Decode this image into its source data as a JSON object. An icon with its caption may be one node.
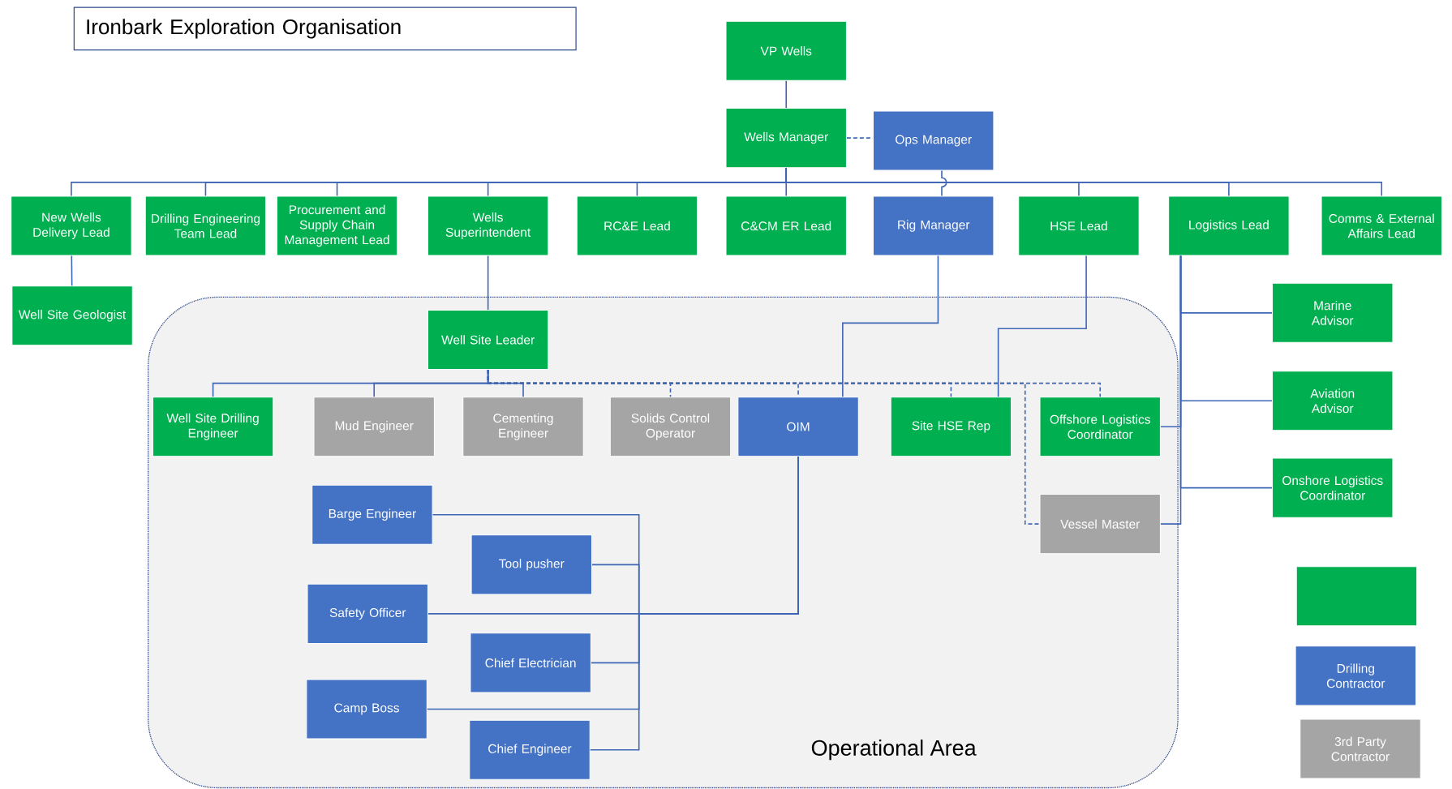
{
  "diagram": {
    "title": "Ironbark Exploration Organisation",
    "nodes": [
      {
        "text": [
          "VP Wells"
        ]
      },
      {
        "text": [
          "Wells Manager"
        ]
      },
      {
        "text": [
          "Ops Manager"
        ]
      },
      {
        "text": [
          "New Wells Delivery Lead"
        ]
      },
      {
        "text": [
          "Drilling Engineering Team Lead"
        ]
      },
      {
        "text": [
          "Procurement and Supply Chain Management Lead"
        ]
      },
      {
        "text": [
          "Wells Superintendent"
        ]
      },
      {
        "text": [
          "RC&E Lead"
        ]
      },
      {
        "text": [
          "C&CM ER Lead"
        ]
      },
      {
        "text": [
          "Rig Manager"
        ]
      },
      {
        "text": [
          "HSE Lead"
        ]
      },
      {
        "text": [
          "Logistics Lead"
        ]
      },
      {
        "text": [
          "Comms & External Affairs Lead"
        ]
      },
      {
        "text": [
          "Well Site Geologist"
        ]
      },
      {
        "text": [
          "Marine Advisor"
        ]
      },
      {
        "text": [
          "Aviation Advisor"
        ]
      },
      {
        "text": [
          "Onshore Logistics Coordinator"
        ]
      },
      {
        "text": [
          "Operational Area"
        ]
      },
      {
        "text": [
          "Well Site Leader"
        ],
        "in": 17
      },
      {
        "text": [
          "Well Site Drilling Engineer"
        ],
        "in": 17
      },
      {
        "text": [
          "Mud Engineer"
        ],
        "in": 17
      },
      {
        "text": [
          "Cementing Engineer"
        ],
        "in": 17
      },
      {
        "text": [
          "Solids Control Operator"
        ],
        "in": 17
      },
      {
        "text": [
          "OIM"
        ],
        "in": 17
      },
      {
        "text": [
          "Site HSE Rep"
        ],
        "in": 17
      },
      {
        "text": [
          "Offshore Logistics Coordinator"
        ],
        "in": 17
      },
      {
        "text": [
          "Barge Engineer"
        ],
        "in": 17
      },
      {
        "text": [
          "Tool pusher"
        ],
        "in": 17
      },
      {
        "text": [
          "Safety Officer"
        ],
        "in": 17
      },
      {
        "text": [
          "Chief Electrician"
        ],
        "in": 17
      },
      {
        "text": [
          "Camp Boss"
        ],
        "in": 17
      },
      {
        "text": [
          "Chief Engineer"
        ],
        "in": 17
      },
      {
        "text": [
          "Vessel Master"
        ],
        "in": 17
      },
      {
        "text": [],
        "shape": "box"
      }
    ],
    "edges": [
      {
        "from": 0,
        "to": 1,
        "arrow": "none"
      },
      {
        "from": 1,
        "to": 2,
        "arrow": "none",
        "style": "dashed"
      },
      {
        "from": 1,
        "to": 3,
        "arrow": "none"
      },
      {
        "from": 1,
        "to": 4,
        "arrow": "none"
      },
      {
        "from": 1,
        "to": 5,
        "arrow": "none"
      },
      {
        "from": 1,
        "to": 6,
        "arrow": "none"
      },
      {
        "from": 1,
        "to": 7,
        "arrow": "none"
      },
      {
        "from": 1,
        "to": 8,
        "arrow": "none"
      },
      {
        "from": 1,
        "to": 10,
        "arrow": "none"
      },
      {
        "from": 1,
        "to": 11,
        "arrow": "none"
      },
      {
        "from": 1,
        "to": 12,
        "arrow": "none"
      },
      {
        "from": 2,
        "to": 9,
        "arrow": "none"
      },
      {
        "from": 3,
        "to": 13,
        "arrow": "none"
      },
      {
        "from": 6,
        "to": 18,
        "arrow": "none"
      },
      {
        "from": 18,
        "to": 19,
        "arrow": "none"
      },
      {
        "from": 18,
        "to": 20,
        "arrow": "none"
      },
      {
        "from": 18,
        "to": 21,
        "arrow": "none"
      },
      {
        "from": 18,
        "to": 22,
        "arrow": "none",
        "style": "dashed"
      },
      {
        "from": 18,
        "to": 23,
        "arrow": "none",
        "style": "dashed"
      },
      {
        "from": 18,
        "to": 24,
        "arrow": "none",
        "style": "dashed"
      },
      {
        "from": 18,
        "to": 25,
        "arrow": "none",
        "style": "dashed"
      },
      {
        "from": 18,
        "to": 32,
        "arrow": "none",
        "style": "dashed"
      },
      {
        "from": 9,
        "to": 23,
        "arrow": "none"
      },
      {
        "from": 10,
        "to": 24,
        "arrow": "none"
      },
      {
        "from": 11,
        "to": 14,
        "arrow": "none"
      },
      {
        "from": 11,
        "to": 15,
        "arrow": "none"
      },
      {
        "from": 11,
        "to": 16,
        "arrow": "none"
      },
      {
        "from": 11,
        "to": 25,
        "arrow": "none"
      },
      {
        "from": 11,
        "to": 32,
        "arrow": "none"
      },
      {
        "from": 23,
        "to": 26,
        "arrow": "none"
      },
      {
        "from": 23,
        "to": 27,
        "arrow": "none"
      },
      {
        "from": 23,
        "to": 28,
        "arrow": "none"
      },
      {
        "from": 23,
        "to": 29,
        "arrow": "none"
      },
      {
        "from": 23,
        "to": 30,
        "arrow": "none"
      },
      {
        "from": 23,
        "to": 31,
        "arrow": "none"
      }
    ],
    "legend": [
      {
        "text": "Drilling Contractor",
        "color": "#4472c4"
      },
      {
        "text": "3rd Party Contractor",
        "color": "#a5a5a5"
      }
    ]
  }
}
